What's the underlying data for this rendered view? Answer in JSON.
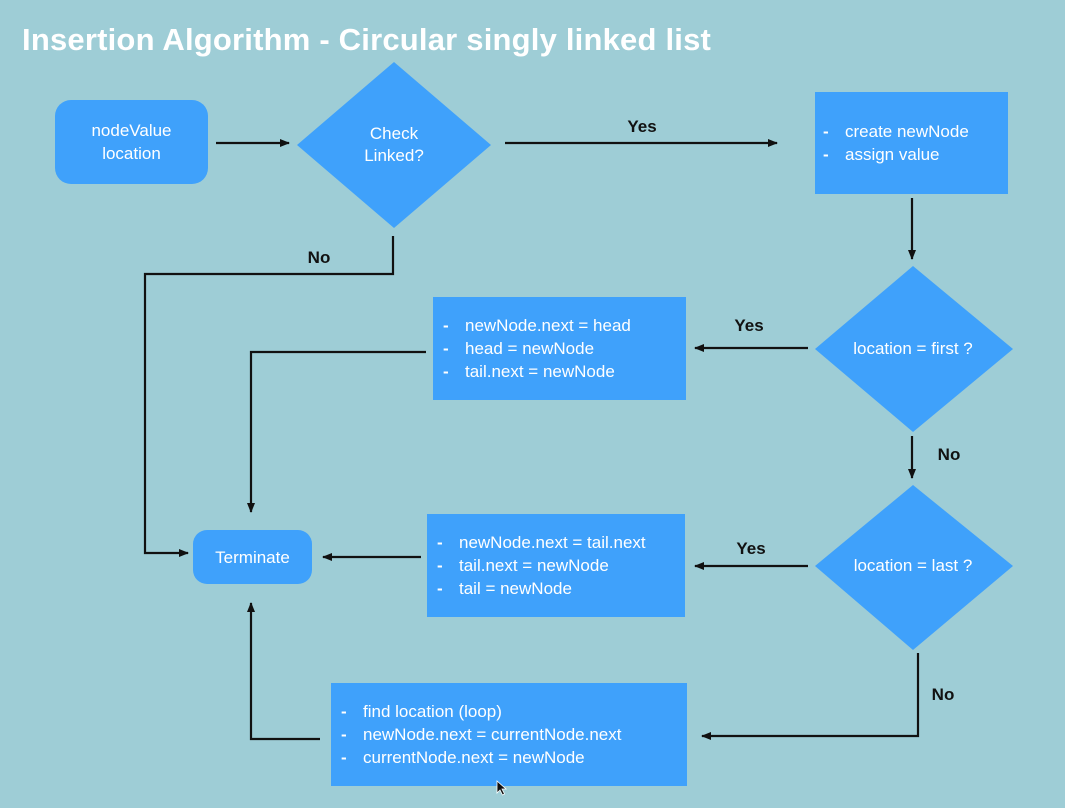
{
  "title": "Insertion Algorithm - Circular singly linked list",
  "colors": {
    "background": "#9ecdd6",
    "node_fill": "#3fa1fb",
    "text": "#ffffff",
    "arrow": "#111111"
  },
  "nodes": {
    "input": {
      "line1": "nodeValue",
      "line2": "location"
    },
    "check_linked": {
      "line1": "Check",
      "line2": "Linked?"
    },
    "create_node": {
      "items": [
        "create newNode",
        "assign value"
      ]
    },
    "location_first": {
      "text": "location = first ?"
    },
    "insert_first": {
      "items": [
        "newNode.next = head",
        "head = newNode",
        "tail.next = newNode"
      ]
    },
    "location_last": {
      "text": "location = last ?"
    },
    "insert_last": {
      "items": [
        "newNode.next = tail.next",
        "tail.next = newNode",
        "tail = newNode"
      ]
    },
    "insert_middle": {
      "items": [
        "find location (loop)",
        "newNode.next = currentNode.next",
        "currentNode.next = newNode"
      ]
    },
    "terminate": {
      "text": "Terminate"
    }
  },
  "edge_labels": {
    "check_yes": "Yes",
    "check_no": "No",
    "first_yes": "Yes",
    "first_no": "No",
    "last_yes": "Yes",
    "last_no": "No"
  },
  "bullet": "-"
}
